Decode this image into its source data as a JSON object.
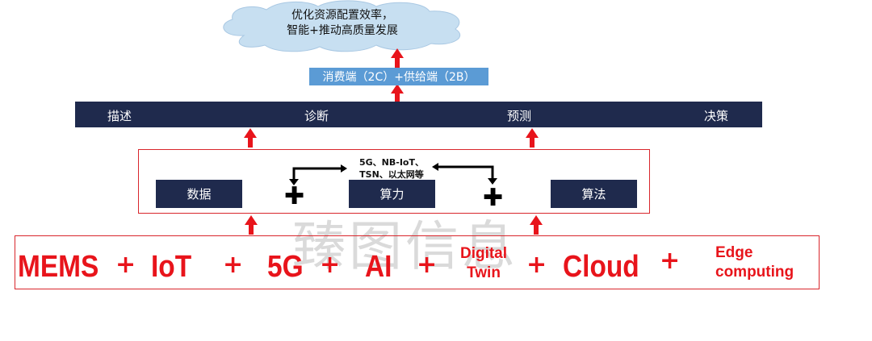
{
  "cloud": {
    "line1": "优化资源配置效率，",
    "line2": "智能+推动高质量发展"
  },
  "channel_label": "消费端（2C）+供给端（2B）",
  "stages": [
    "描述",
    "诊断",
    "预测",
    "决策"
  ],
  "middle": {
    "nodes": [
      "数据",
      "算力",
      "算法"
    ],
    "network_line1": "5G、NB-IoT、",
    "network_line2": "TSN、以太网等",
    "plus": "✚"
  },
  "technologies": {
    "mems": "MEMS",
    "iot": "IoT",
    "g5": "5G",
    "ai": "AI",
    "digital_twin_1": "Digital",
    "digital_twin_2": "Twin",
    "cloud": "Cloud",
    "edge_1": "Edge",
    "edge_2": "computing",
    "plus": "+"
  },
  "watermark": "臻图信息",
  "colors": {
    "bar": "#1f2a4d",
    "blue": "#5b9bd5",
    "red": "#e8141b",
    "border": "#d9262c"
  }
}
